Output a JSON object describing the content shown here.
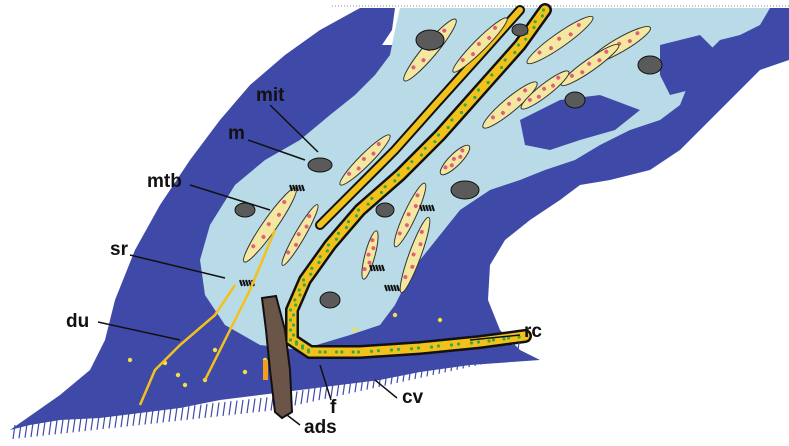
{
  "figure": {
    "colors": {
      "tissue": "#3f4aa8",
      "cytoplasm": "#b9dbe8",
      "duct_fill": "#f2c21b",
      "duct_wall": "#111111",
      "granule": "#3aa845",
      "cell_fill": "#f4e8a0",
      "nucleus": "#e0607a",
      "mitochondria": "#5a5a5a",
      "dense_body": "#7a5a4a",
      "background": "#ffffff"
    },
    "labels": {
      "mit": "mit",
      "m": "m",
      "mtb": "mtb",
      "sr": "sr",
      "du": "du",
      "rc": "rc",
      "cv": "cv",
      "f": "f",
      "ads": "ads"
    }
  }
}
